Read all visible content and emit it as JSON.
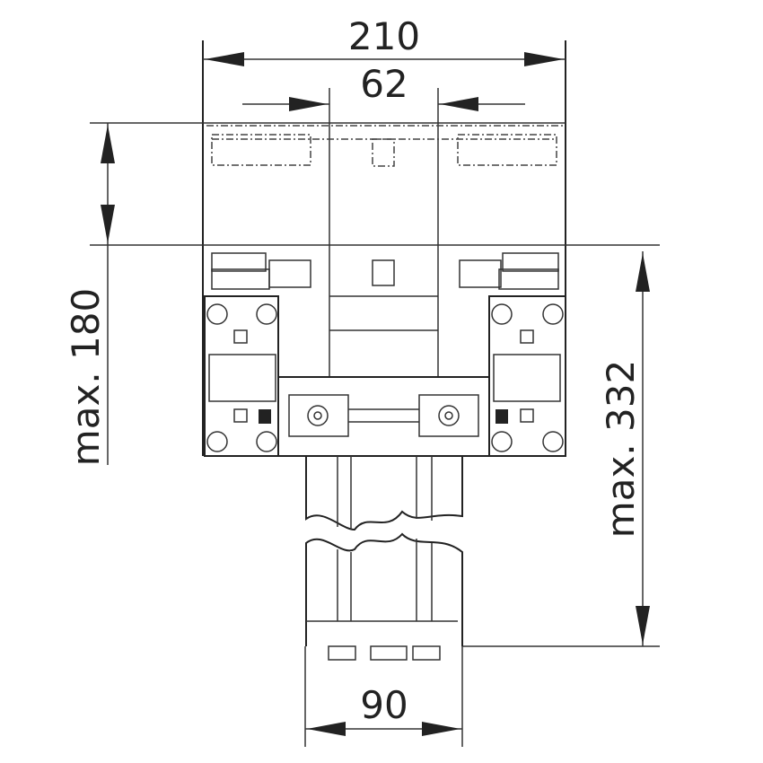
{
  "drawing": {
    "dimensions": {
      "overall_width": "210",
      "center_spacing": "62",
      "max_height_upper": "max. 180",
      "max_height_total": "max. 332",
      "column_width": "90"
    },
    "colors": {
      "line": "#222222",
      "background": "#ffffff"
    }
  }
}
